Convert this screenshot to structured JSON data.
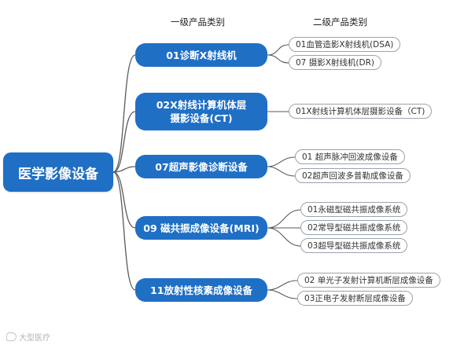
{
  "headers": {
    "level1": "一级产品类别",
    "level2": "二级产品类别"
  },
  "root": {
    "label": "医学影像设备"
  },
  "categories": [
    {
      "label": "01诊断X射线机",
      "children": [
        "01血管造影X射线机(DSA)",
        "07 摄影X射线机(DR)"
      ]
    },
    {
      "label": "02X射线计算机体层\n摄影设备(CT)",
      "children": [
        "01X射线计算机体层摄影设备（CT)"
      ]
    },
    {
      "label": "07超声影像诊断设备",
      "children": [
        "01 超声脉冲回波成像设备",
        "02超声回波多普勒成像设备"
      ]
    },
    {
      "label": "09 磁共振成像设备(MRI)",
      "children": [
        "01永磁型磁共振成像系统",
        "02常导型磁共振成像系统",
        "03超导型磁共振成像系统"
      ]
    },
    {
      "label": "11放射性核素成像设备",
      "children": [
        "02 单光子发射计算机断层成像设备",
        "03正电子发射断层成像设备"
      ]
    }
  ],
  "watermark": {
    "text": "大型医疗"
  },
  "colors": {
    "node_fill": "#1f6fc5",
    "line": "#5a5a5a",
    "leaf_border": "#9aa3ad"
  }
}
